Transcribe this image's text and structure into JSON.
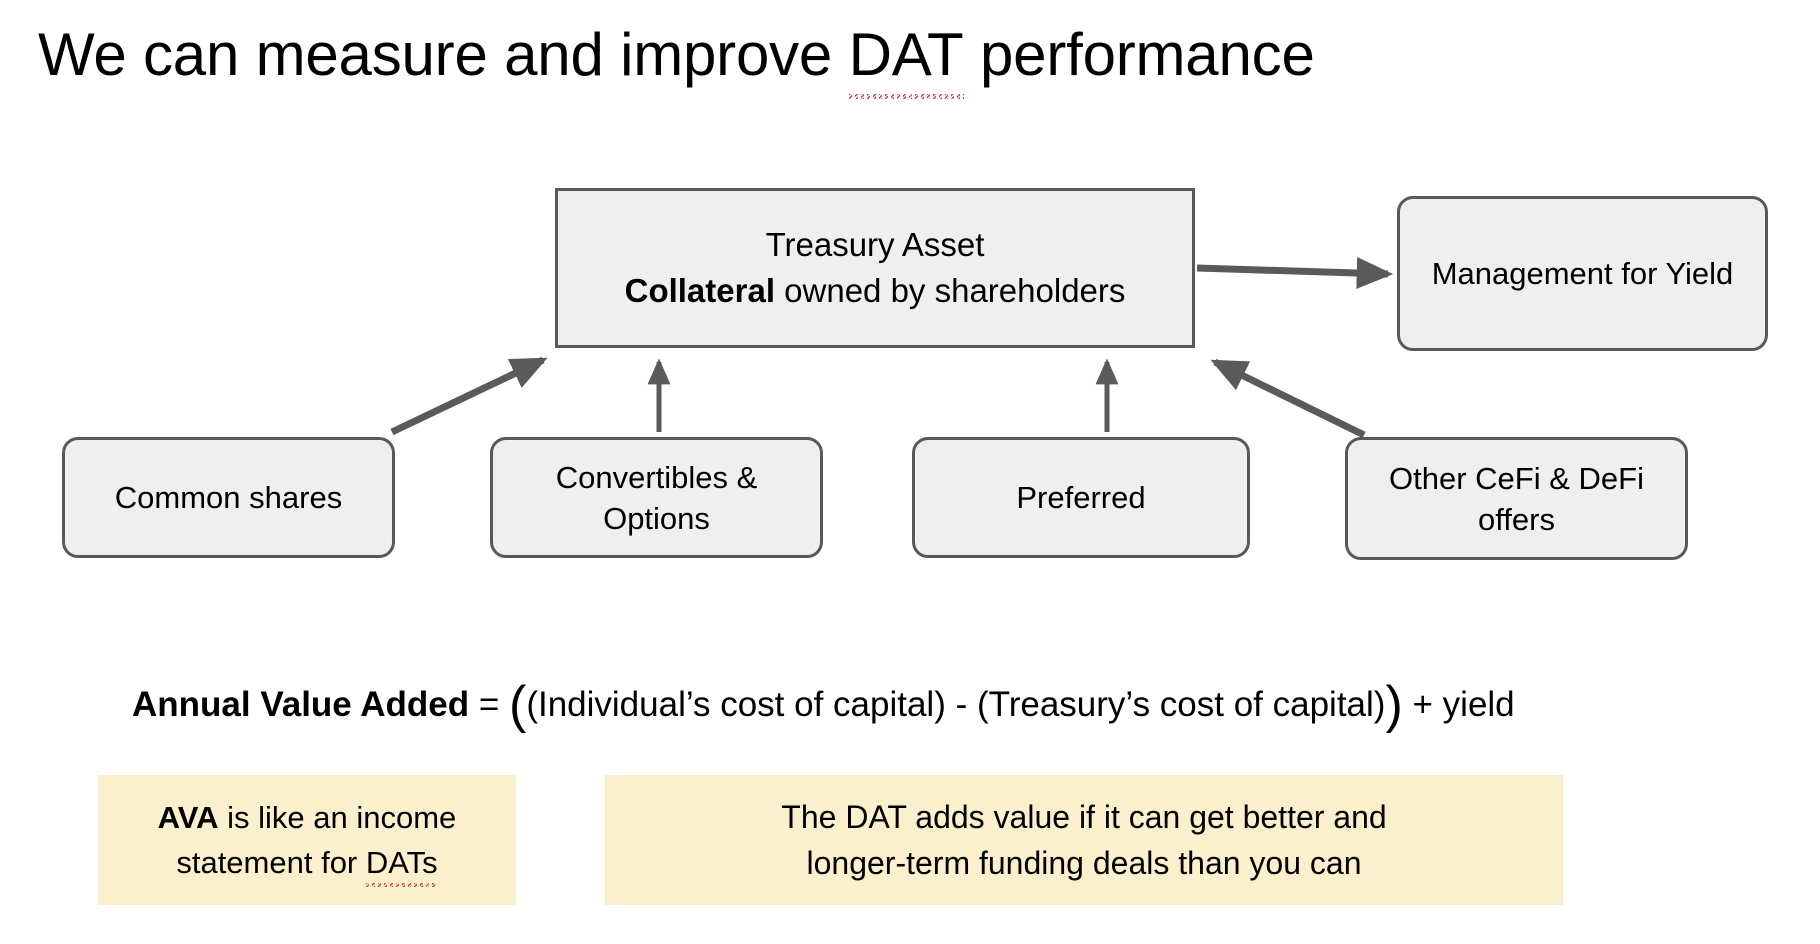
{
  "slide": {
    "title_prefix": "We can measure and improve ",
    "title_misspelled": "DAT",
    "title_suffix": " performance",
    "background_color": "#ffffff"
  },
  "colors": {
    "node_fill": "#efefef",
    "node_border": "#595959",
    "arrow": "#5a5a5a",
    "callout_fill": "#FBF0CD",
    "text": "#000000",
    "spellcheck_underline": "#e03a2f"
  },
  "diagram": {
    "type": "flow-diagram",
    "nodes": [
      {
        "id": "treasury-asset",
        "line1": "Treasury Asset",
        "line2_bold": "Collateral",
        "line2_rest": " owned by shareholders",
        "shape": "rectangle"
      },
      {
        "id": "management-for-yield",
        "label": "Management for Yield",
        "shape": "rounded-rectangle"
      },
      {
        "id": "common-shares",
        "label": "Common shares",
        "shape": "rounded-rectangle"
      },
      {
        "id": "convertibles-options",
        "label": "Convertibles & Options",
        "shape": "rounded-rectangle"
      },
      {
        "id": "preferred",
        "label": "Preferred",
        "shape": "rounded-rectangle"
      },
      {
        "id": "other-cefi-defi",
        "label": "Other CeFi & DeFi offers",
        "shape": "rounded-rectangle"
      }
    ],
    "edges": [
      {
        "from": "common-shares",
        "to": "treasury-asset",
        "direction": "up-right"
      },
      {
        "from": "convertibles-options",
        "to": "treasury-asset",
        "direction": "up"
      },
      {
        "from": "preferred",
        "to": "treasury-asset",
        "direction": "up"
      },
      {
        "from": "other-cefi-defi",
        "to": "treasury-asset",
        "direction": "up-left"
      },
      {
        "from": "treasury-asset",
        "to": "management-for-yield",
        "direction": "right"
      }
    ]
  },
  "formula": {
    "label_bold": "Annual Value Added",
    "equals": " = ",
    "open_big": "(",
    "term1": "(Individual’s cost of capital)",
    "operator": " - ",
    "term2": "(Treasury’s cost of capital)",
    "close_big": ")",
    "tail": " + yield"
  },
  "callouts": [
    {
      "id": "ava-callout",
      "bold_lead": "AVA",
      "rest_line1": " is like an income",
      "line2_prefix": "statement for ",
      "line2_misspelled": "DATs"
    },
    {
      "id": "dat-value-callout",
      "line1": "The DAT adds value if it can get better and",
      "line2": "longer-term funding deals than you can"
    }
  ]
}
